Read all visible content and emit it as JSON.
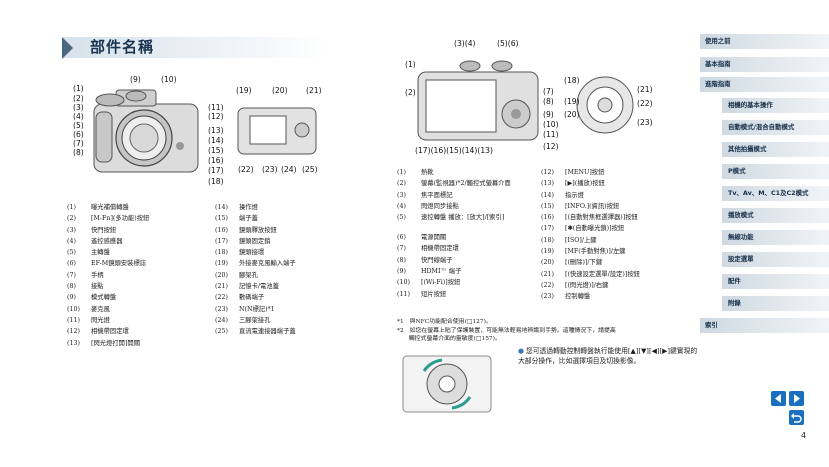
{
  "page_title": "部件名稱",
  "front_callouts": [
    "(1)",
    "(2)",
    "(3)",
    "(4)",
    "(5)",
    "(6)",
    "(7)",
    "(8)",
    "(9)",
    "(10)",
    "(11)",
    "(12)",
    "(13)",
    "(14)",
    "(15)",
    "(16)",
    "(17)",
    "(18)"
  ],
  "back_bottom_callouts": [
    "(22)",
    "(23)",
    "(24)",
    "(25)"
  ],
  "back_top_callouts": [
    "(19)",
    "(20)",
    "(21)"
  ],
  "top_callouts": [
    "(3)(4)",
    "(5)(6)",
    "(1)",
    "(2)",
    "(7)",
    "(8)",
    "(9)",
    "(10)",
    "(11)",
    "(12)",
    "(17)(16)(15)(14)(13)"
  ],
  "dial_callouts": [
    "(18)",
    "(19)",
    "(20)",
    "(21)",
    "(22)",
    "(23)"
  ],
  "left_parts": [
    [
      "(1)",
      "曝光補償轉盤"
    ],
    [
      "(2)",
      "[M-Fn](多功能)按鈕"
    ],
    [
      "(3)",
      "快門按鈕"
    ],
    [
      "(4)",
      "遙控感應器"
    ],
    [
      "(5)",
      "主轉盤"
    ],
    [
      "(6)",
      "EF-M鏡頭安裝標誌"
    ],
    [
      "(7)",
      "手柄"
    ],
    [
      "(8)",
      "接點"
    ],
    [
      "(9)",
      "模式轉盤"
    ],
    [
      "(10)",
      "麥克風"
    ],
    [
      "(11)",
      "閃光燈"
    ],
    [
      "(12)",
      "相機帶固定環"
    ],
    [
      "(13)",
      "[閃光燈打開]開關"
    ],
    [
      "(14)",
      "操作燈"
    ],
    [
      "(15)",
      "端子蓋"
    ],
    [
      "(16)",
      "鏡頭釋放按鈕"
    ],
    [
      "(17)",
      "鏡頭固定銷"
    ],
    [
      "(18)",
      "鏡頭接環"
    ],
    [
      "(19)",
      "外接麥克風輸入端子"
    ],
    [
      "(20)",
      "腳架孔"
    ],
    [
      "(21)",
      "記憶卡/電池蓋"
    ],
    [
      "(22)",
      "數碼端子"
    ],
    [
      "(23)",
      "N(N標記)*1"
    ],
    [
      "(24)",
      "三腳架接孔"
    ],
    [
      "(25)",
      "直流電連接器端子蓋"
    ]
  ],
  "right_parts": [
    [
      "(1)",
      "熱靴"
    ],
    [
      "(2)",
      "螢幕(監視器)*2/觸控式螢幕介面"
    ],
    [
      "(3)",
      "焦平面標記"
    ],
    [
      "(4)",
      "閃燈同步接點"
    ],
    [
      "(5)",
      "速控轉盤 播放：[放大]/[索引]"
    ],
    [
      "(6)",
      "電源開關"
    ],
    [
      "(7)",
      "相機帶固定環"
    ],
    [
      "(8)",
      "快門線端子"
    ],
    [
      "(9)",
      "HDMI™ 端子"
    ],
    [
      "(10)",
      "[(Wi-Fi)]按鈕"
    ],
    [
      "(11)",
      "短片按鈕"
    ],
    [
      "(12)",
      "[MENU]按鈕"
    ],
    [
      "(13)",
      "[▶](播放)按鈕"
    ],
    [
      "(14)",
      "指示燈"
    ],
    [
      "(15)",
      "[INFO.](資訊)按鈕"
    ],
    [
      "(16)",
      "[(自動對焦框選擇器)]按鈕"
    ],
    [
      "(17)",
      "[✱(自動曝光鎖)]按鈕"
    ],
    [
      "(18)",
      "[ISO]/上鍵"
    ],
    [
      "(19)",
      "[MF(手動對焦)]/左鍵"
    ],
    [
      "(20)",
      "[(刪除)]/下鍵"
    ],
    [
      "(21)",
      "[(快速設定選單/設定)]按鈕"
    ],
    [
      "(22)",
      "[(閃光燈)]/右鍵"
    ],
    [
      "(23)",
      "控制轉盤"
    ]
  ],
  "notes": [
    "*1　與NFC功能配合使用(□127)。",
    "*2　如您在螢幕上貼了保護裝置，可能無法輕易地辨識到手勢。這種情況下，請提高",
    "　　觸控式螢幕介面的靈敏度(□157)。"
  ],
  "tip": "您可透過轉動控制轉盤執行能使用[▲][▼][◀][▶]鍵實現的大部分操作，比如選擇項目及切換影像。",
  "nav": [
    {
      "label": "使用之前",
      "sub": false
    },
    {
      "label": "基本指南",
      "sub": false
    },
    {
      "label": "進階指南",
      "sub": false
    },
    {
      "label": "相機的基本操作",
      "sub": true
    },
    {
      "label": "自動模式/混合自動模式",
      "sub": true
    },
    {
      "label": "其他拍攝模式",
      "sub": true
    },
    {
      "label": "P模式",
      "sub": true
    },
    {
      "label": "Tv、Av、M、C1及C2模式",
      "sub": true
    },
    {
      "label": "播放模式",
      "sub": true
    },
    {
      "label": "無線功能",
      "sub": true
    },
    {
      "label": "設定選單",
      "sub": true
    },
    {
      "label": "配件",
      "sub": true
    },
    {
      "label": "附錄",
      "sub": true
    },
    {
      "label": "索引",
      "sub": false
    }
  ],
  "page_number": "4",
  "colors": {
    "title": "#1a3550",
    "accent": "#1a6fbf",
    "nav_bg": "#cfd9e2"
  }
}
